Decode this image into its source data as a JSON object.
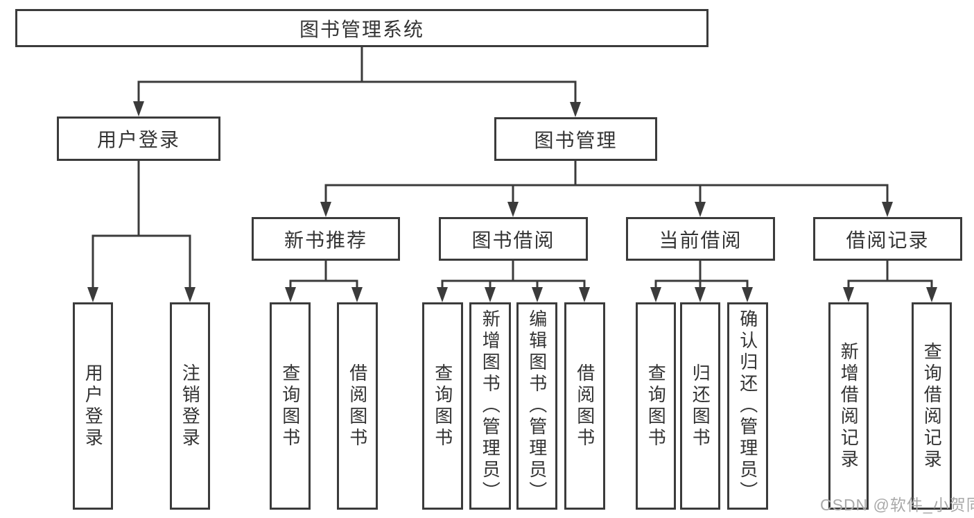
{
  "diagram_title": "图书管理系统",
  "colors": {
    "line": "#3b3b3b",
    "text": "#333333",
    "watermark": "#a9a9a9",
    "background": "#ffffff"
  },
  "watermark": {
    "text": "CSDN @软件_小贺同学"
  },
  "tree": {
    "label": "图书管理系统",
    "children": [
      {
        "label": "用户登录",
        "children": [
          {
            "label": "用户登录"
          },
          {
            "label": "注销登录"
          }
        ]
      },
      {
        "label": "图书管理",
        "children": [
          {
            "label": "新书推荐",
            "children": [
              {
                "label": "查询图书"
              },
              {
                "label": "借阅图书"
              }
            ]
          },
          {
            "label": "图书借阅",
            "children": [
              {
                "label": "查询图书"
              },
              {
                "label": "新增图书（管理员）"
              },
              {
                "label": "编辑图书（管理员）"
              },
              {
                "label": "借阅图书"
              }
            ]
          },
          {
            "label": "当前借阅",
            "children": [
              {
                "label": "查询图书"
              },
              {
                "label": "归还图书"
              },
              {
                "label": "确认归还（管理员）"
              }
            ]
          },
          {
            "label": "借阅记录",
            "children": [
              {
                "label": "新增借阅记录"
              },
              {
                "label": "查询借阅记录"
              }
            ]
          }
        ]
      }
    ]
  }
}
